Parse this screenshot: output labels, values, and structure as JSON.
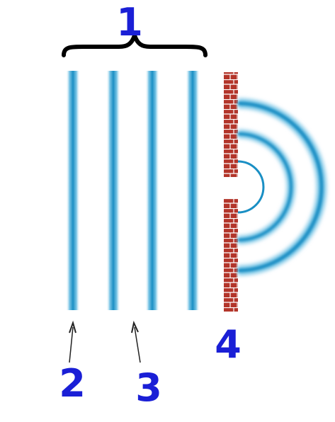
{
  "labels": {
    "plane_waves": "1",
    "wavefront": "2",
    "gap_between_wavefronts": "3",
    "barrier": "4"
  },
  "colors": {
    "wave": "#1a8fc4",
    "wave_edge": "#d8eef8",
    "brick": "#b3352a",
    "mortar": "#ffffff",
    "label": "#1a1fd6",
    "brace": "#000000",
    "arrow": "#222222"
  }
}
